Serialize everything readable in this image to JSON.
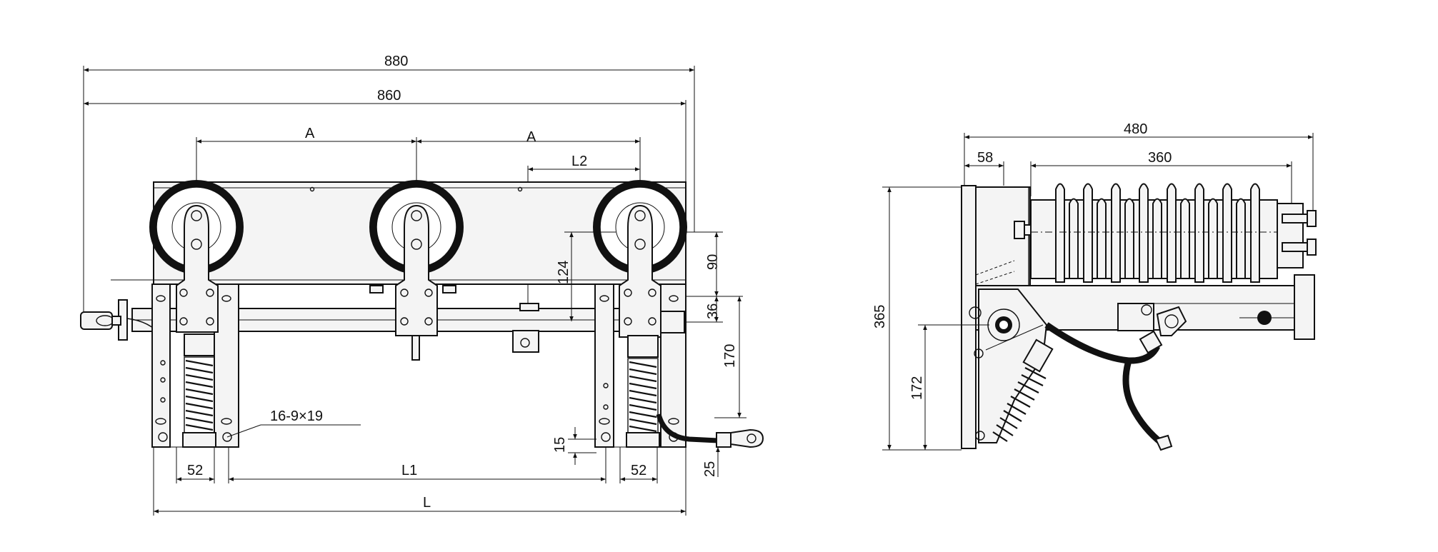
{
  "front_view": {
    "dims": {
      "d880": "880",
      "d860": "860",
      "a_left": "A",
      "a_right": "A",
      "l2": "L2",
      "d124": "124",
      "d90": "90",
      "d36": "36",
      "d170": "170",
      "hole": "16-9×19",
      "d15": "15",
      "d25": "25",
      "d52_left": "52",
      "l1": "L1",
      "d52_right": "52",
      "l": "L"
    }
  },
  "side_view": {
    "dims": {
      "d480": "480",
      "d58": "58",
      "d360": "360",
      "d365": "365",
      "d172": "172"
    }
  }
}
